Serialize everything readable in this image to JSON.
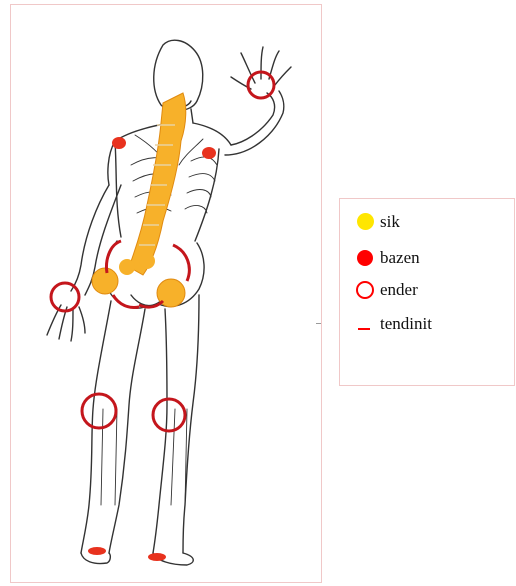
{
  "legend": {
    "items": [
      {
        "label": "sik",
        "symbol": "yellow-dot",
        "color": "#ffe600"
      },
      {
        "label": "bazen",
        "symbol": "red-dot",
        "color": "#ff0000"
      },
      {
        "label": "ender",
        "symbol": "red-ring",
        "color": "#ff0000"
      },
      {
        "label": "tendinit",
        "symbol": "red-dash",
        "color": "#ff0000"
      }
    ]
  },
  "colors": {
    "frequent": "#f7b12a",
    "sometimes": "#e8321e",
    "rare": "#c4161c",
    "border": "#f0c8c8",
    "outline": "#333333"
  },
  "figure": {
    "subject": "back-view-skeleton-body",
    "marked_regions": {
      "frequent": [
        "spine",
        "left-sacroiliac",
        "right-sacroiliac"
      ],
      "sometimes": [
        "left-shoulder",
        "right-shoulder",
        "left-heel",
        "right-heel"
      ],
      "rare": [
        "right-wrist",
        "left-wrist",
        "left-knee",
        "right-knee",
        "pelvis-left",
        "pelvis-right",
        "hip-left",
        "hip-right"
      ]
    }
  }
}
